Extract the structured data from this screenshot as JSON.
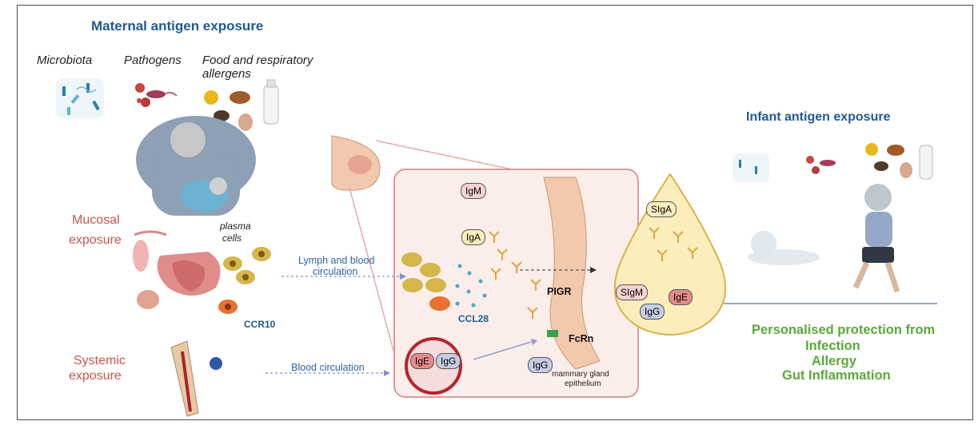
{
  "maternal_title": "Maternal antigen exposure",
  "microbiota": "Microbiota",
  "pathogens": "Pathogens",
  "food_allergens_line1": "Food and respiratory",
  "food_allergens_line2": "allergens",
  "mucosal_line1": "Mucosal",
  "mucosal_line2": "exposure",
  "plasma_line1": "plasma",
  "plasma_line2": "cells",
  "ccr10": "CCR10",
  "systemic_line1": "Systemic",
  "systemic_line2": "exposure",
  "lymph_line1": "Lymph and blood",
  "lymph_line2": "circulation",
  "blood_circulation": "Blood circulation",
  "igm": "IgM",
  "iga": "IgA",
  "ccl28": "CCL28",
  "pigr": "PIGR",
  "fcrn": "FcRn",
  "ige_vessel": "IgE",
  "igg_vessel": "IgG",
  "igg_epi": "IgG",
  "mammary_line1": "mammary gland",
  "mammary_line2": "epithelium",
  "siga": "SIgA",
  "sigm": "SIgM",
  "ige_milk": "IgE",
  "igg_milk": "IgG",
  "infant_title": "Infant antigen exposure",
  "protection_line1": "Personalised protection from",
  "protection_line2": "Infection",
  "protection_line3": "Allergy",
  "protection_line4": "Gut Inflammation",
  "colors": {
    "title_blue": "#1f5a93",
    "exposure_red": "#c9554f",
    "protection_green": "#5aa83a",
    "milk_gold": "#d9b24a",
    "tissue_pink": "#fbeeea"
  }
}
